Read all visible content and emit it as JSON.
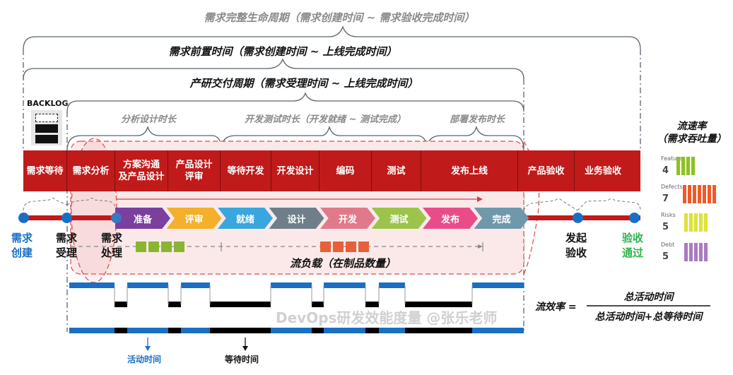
{
  "spans": {
    "full_lifecycle": "需求完整生命周期（需求创建时间 ~ 需求验收完成时间）",
    "lead_time": "需求前置时间（需求创建时间 ~ 上线完成时间）",
    "delivery_cycle": "产研交付周期（需求受理时间 ~ 上线完成时间）",
    "analysis_design": "分析设计时长",
    "dev_test": "开发测试时长（开发就绪 ~ 测试完成）",
    "deploy_release": "部署发布时长"
  },
  "backlog": {
    "label": "BACKLOG"
  },
  "stages": [
    {
      "label": "需求等待"
    },
    {
      "label": "需求分析"
    },
    {
      "label": "方案沟通\n及产品设计"
    },
    {
      "label": "产品设计\n评审"
    },
    {
      "label": "等待开发"
    },
    {
      "label": "开发设计"
    },
    {
      "label": "编码"
    },
    {
      "label": "测试"
    },
    {
      "label": "发布上线"
    },
    {
      "label": "产品验收"
    },
    {
      "label": "业务验收"
    }
  ],
  "chevrons": [
    {
      "label": "准备",
      "color": "#7b3f9e"
    },
    {
      "label": "评审",
      "color": "#f4b02a"
    },
    {
      "label": "就绪",
      "color": "#3aa6de"
    },
    {
      "label": "设计",
      "color": "#6e7f8a"
    },
    {
      "label": "开发",
      "color": "#e07a8a"
    },
    {
      "label": "测试",
      "color": "#9cc44a"
    },
    {
      "label": "发布",
      "color": "#e84d8a"
    },
    {
      "label": "完成",
      "color": "#6f98aa"
    }
  ],
  "milestones": [
    {
      "label1": "需求",
      "label2": "创建",
      "color": "#1a6fc4"
    },
    {
      "label1": "需求",
      "label2": "受理",
      "color": "#111111"
    },
    {
      "label1": "需求",
      "label2": "处理",
      "color": "#111111"
    },
    {
      "label1": "发起",
      "label2": "验收",
      "color": "#111111"
    },
    {
      "label1": "验收",
      "label2": "通过",
      "color": "#2db34a"
    }
  ],
  "flow_load": {
    "label": "流负载（在制品数量）",
    "wip_groups": [
      {
        "count": 4,
        "color": "#8ab531"
      },
      {
        "count": 4,
        "color": "#e8603a"
      }
    ]
  },
  "flow_velocity": {
    "title1": "流速率",
    "title2": "（需求吞吐量）",
    "items": [
      {
        "label": "Features",
        "count": "4",
        "value": 4,
        "color": "#8cc21f"
      },
      {
        "label": "Defects",
        "count": "7",
        "value": 7,
        "color": "#ee5a2a"
      },
      {
        "label": "Risks",
        "count": "5",
        "value": 5,
        "color": "#dde23a"
      },
      {
        "label": "Debt",
        "count": "5",
        "value": 5,
        "color": "#a97bc0"
      }
    ]
  },
  "flow_efficiency": {
    "label": "流效率 =",
    "numerator": "总活动时间",
    "denominator": "总活动时间+总等待时间"
  },
  "timeline_legend": {
    "active": "活动时间",
    "waiting": "等待时间"
  },
  "colors": {
    "stage_red": "#c01a1a",
    "active_blue": "#1a6fc4",
    "wait_black": "#000000"
  },
  "watermark": "DevOps研发效能度量 @张乐老师"
}
